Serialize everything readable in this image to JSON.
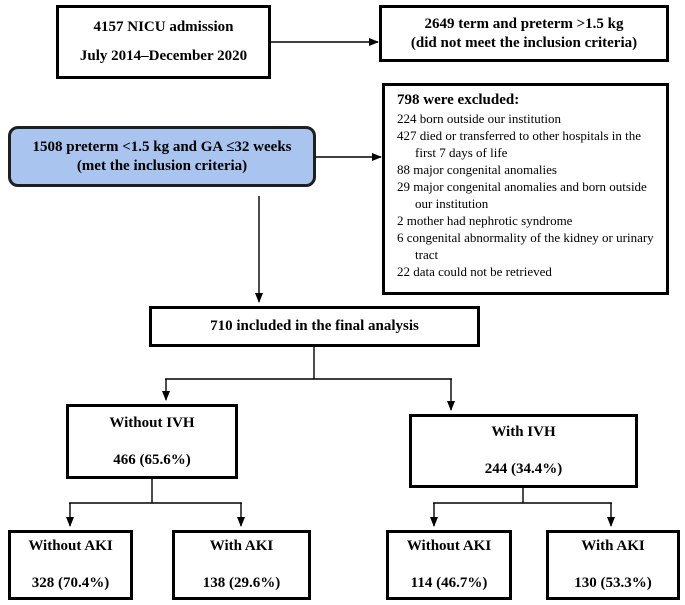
{
  "admission": {
    "line1": "4157 NICU admission",
    "line2": "July 2014–December 2020"
  },
  "term_excluded": {
    "line1": "2649 term and preterm >1.5 kg",
    "line2": "(did not meet the inclusion criteria)"
  },
  "inclusion": {
    "line1": "1508 preterm <1.5 kg and GA ≤32 weeks",
    "line2": "(met the inclusion criteria)"
  },
  "exclusion": {
    "heading": "798 were excluded:",
    "items": [
      "224 born outside our institution",
      "427 died or transferred to other hospitals in the first 7 days of life",
      "88 major congenital anomalies",
      "29 major congenital anomalies and born outside our institution",
      "2 mother had nephrotic syndrome",
      "6 congenital abnormality of the kidney or urinary tract",
      "22 data could not be retrieved"
    ]
  },
  "final": {
    "label": "710 included in the final analysis"
  },
  "without_ivh": {
    "label": "Without IVH",
    "value": "466 (65.6%)"
  },
  "with_ivh": {
    "label": "With IVH",
    "value": "244 (34.4%)"
  },
  "without_ivh_without_aki": {
    "label": "Without AKI",
    "value": "328 (70.4%)"
  },
  "without_ivh_with_aki": {
    "label": "With AKI",
    "value": "138 (29.6%)"
  },
  "with_ivh_without_aki": {
    "label": "Without AKI",
    "value": "114 (46.7%)"
  },
  "with_ivh_with_aki": {
    "label": "With AKI",
    "value": "130 (53.3%)"
  },
  "colors": {
    "inclusion_fill": "#a9c4ee",
    "border": "#000000"
  }
}
